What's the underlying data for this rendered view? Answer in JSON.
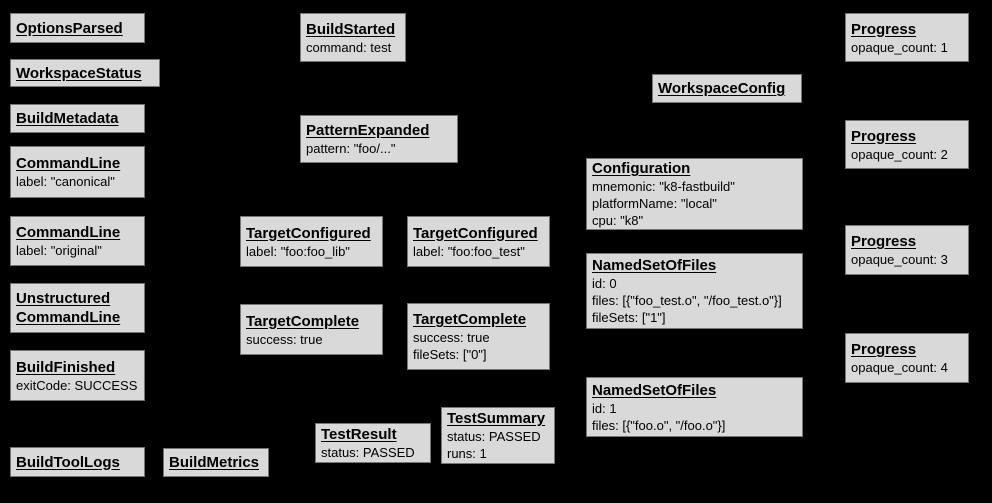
{
  "diagram": {
    "description": "Build event protocol event flow diagram",
    "colors": {
      "background": "#000000",
      "node_fill": "#d9d9d9",
      "node_border": "#767676",
      "node_text": "#000000"
    },
    "nodes": [
      {
        "title": "OptionsParsed",
        "lines": []
      },
      {
        "title": "WorkspaceStatus",
        "lines": []
      },
      {
        "title": "BuildMetadata",
        "lines": []
      },
      {
        "title": "CommandLine",
        "lines": [
          "label: \"canonical\""
        ]
      },
      {
        "title": "CommandLine",
        "lines": [
          "label: \"original\""
        ]
      },
      {
        "title": "Unstructured CommandLine",
        "lines": []
      },
      {
        "title": "BuildFinished",
        "lines": [
          "exitCode: SUCCESS"
        ]
      },
      {
        "title": "BuildToolLogs",
        "lines": []
      },
      {
        "title": "BuildMetrics",
        "lines": []
      },
      {
        "title": "BuildStarted",
        "lines": [
          "command: test"
        ]
      },
      {
        "title": "PatternExpanded",
        "lines": [
          "pattern: \"foo/...\""
        ]
      },
      {
        "title": "TargetConfigured",
        "lines": [
          "label: \"foo:foo_lib\""
        ]
      },
      {
        "title": "TargetConfigured",
        "lines": [
          "label: \"foo:foo_test\""
        ]
      },
      {
        "title": "TargetComplete",
        "lines": [
          "success: true"
        ]
      },
      {
        "title": "TargetComplete",
        "lines": [
          "success: true",
          "fileSets: [\"0\"]"
        ]
      },
      {
        "title": "TestResult",
        "lines": [
          "status: PASSED"
        ]
      },
      {
        "title": "TestSummary",
        "lines": [
          "status: PASSED",
          "runs: 1"
        ]
      },
      {
        "title": "WorkspaceConfig",
        "lines": []
      },
      {
        "title": "Configuration",
        "lines": [
          "mnemonic: \"k8-fastbuild\"",
          "platformName: \"local\"",
          "cpu: \"k8\""
        ]
      },
      {
        "title": "NamedSetOfFiles",
        "lines": [
          "id: 0",
          "files: [{\"foo_test.o\", \"/foo_test.o\"}]",
          "fileSets: [\"1\"]"
        ]
      },
      {
        "title": "NamedSetOfFiles",
        "lines": [
          "id: 1",
          "files: [{\"foo.o\", \"/foo.o\"}]"
        ]
      },
      {
        "title": "Progress",
        "lines": [
          "opaque_count: 1"
        ]
      },
      {
        "title": "Progress",
        "lines": [
          "opaque_count: 2"
        ]
      },
      {
        "title": "Progress",
        "lines": [
          "opaque_count: 3"
        ]
      },
      {
        "title": "Progress",
        "lines": [
          "opaque_count: 4"
        ]
      }
    ]
  }
}
